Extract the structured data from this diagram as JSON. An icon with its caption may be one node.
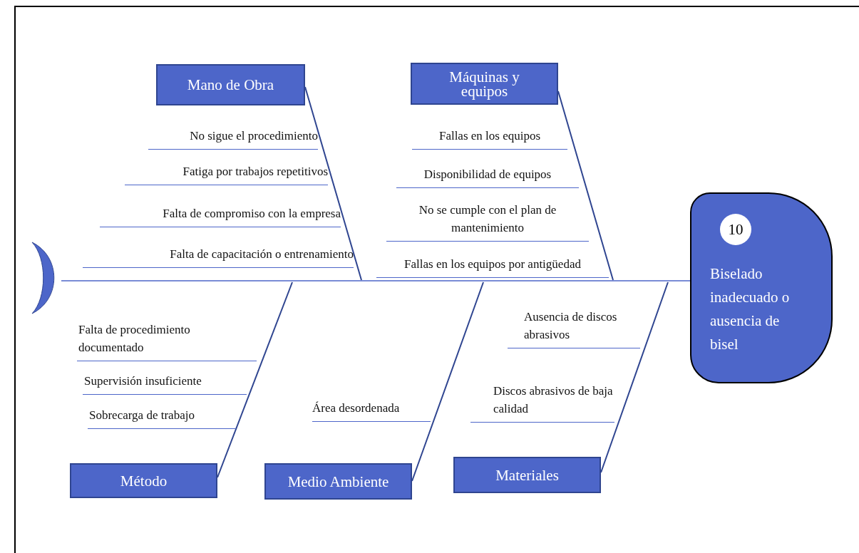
{
  "diagram": {
    "nodes": [
      {
        "text": [],
        "shape": "crescent"
      },
      {
        "text": [
          "Biselado inadecuado o ausencia de bisel"
        ]
      },
      {
        "text": [
          "10"
        ],
        "in": 1
      },
      {
        "text": [
          "Mano de Obra"
        ]
      },
      {
        "text": [
          "Máquinas y equipos"
        ]
      },
      {
        "text": [
          "Método"
        ]
      },
      {
        "text": [
          "Medio Ambiente"
        ]
      },
      {
        "text": [
          "Materiales"
        ]
      }
    ],
    "edges": [
      {
        "from": 0,
        "to": 1,
        "arrow": "none"
      },
      {
        "from": 3,
        "to": null,
        "arrow": "none"
      },
      {
        "from": 4,
        "to": null,
        "arrow": "none"
      },
      {
        "from": 5,
        "to": null,
        "arrow": "none"
      },
      {
        "from": 6,
        "to": null,
        "arrow": "none"
      },
      {
        "from": 7,
        "to": null,
        "arrow": "none"
      }
    ],
    "labels": [
      "No sigue el procedimiento",
      "Fatiga por trabajos repetitivos",
      "Falta de compromiso con la empresa",
      "Falta de capacitación o entrenamiento",
      "Fallas en los equipos",
      "Disponibilidad de equipos",
      "No se cumple con el plan de mantenimiento",
      "Fallas en los equipos por antigüedad",
      "Falta de procedimiento documentado",
      "Supervisión insuficiente",
      "Sobrecarga de trabajo",
      "Área desordenada",
      "Ausencia de discos abrasivos",
      "Discos abrasivos de baja calidad"
    ]
  }
}
